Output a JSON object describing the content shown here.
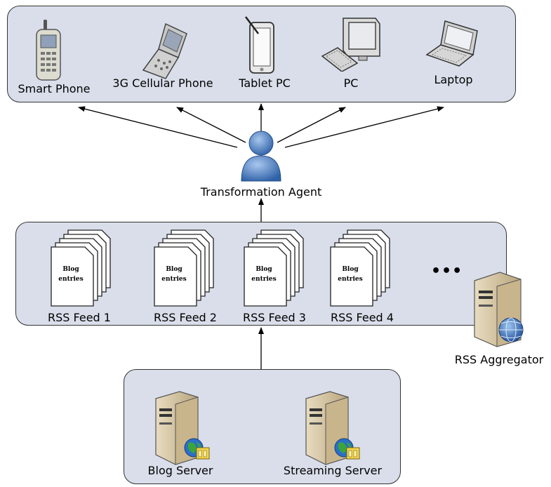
{
  "devices": [
    {
      "label": "Smart Phone",
      "icon": "smartphone-icon"
    },
    {
      "label": "3G Cellular Phone",
      "icon": "flip-phone-icon"
    },
    {
      "label": "Tablet PC",
      "icon": "tablet-icon"
    },
    {
      "label": "PC",
      "icon": "desktop-pc-icon"
    },
    {
      "label": "Laptop",
      "icon": "laptop-icon"
    }
  ],
  "agent": {
    "label": "Transformation Agent",
    "icon": "user-icon"
  },
  "feeds": [
    {
      "label": "RSS Feed 1",
      "doc_line1": "Blog",
      "doc_line2": "entries"
    },
    {
      "label": "RSS Feed 2",
      "doc_line1": "Blog",
      "doc_line2": "entries"
    },
    {
      "label": "RSS Feed 3",
      "doc_line1": "Blog",
      "doc_line2": "entries"
    },
    {
      "label": "RSS Feed 4",
      "doc_line1": "Blog",
      "doc_line2": "entries"
    }
  ],
  "feeds_more": "•••",
  "aggregator": {
    "label": "RSS Aggregator",
    "icon": "server-globe-icon"
  },
  "servers": [
    {
      "label": "Blog Server",
      "icon": "web-server-icon"
    },
    {
      "label": "Streaming Server",
      "icon": "web-server-icon"
    }
  ],
  "colors": {
    "panel": "#d9deea",
    "border": "#333333",
    "person": "#4a7fc1"
  }
}
